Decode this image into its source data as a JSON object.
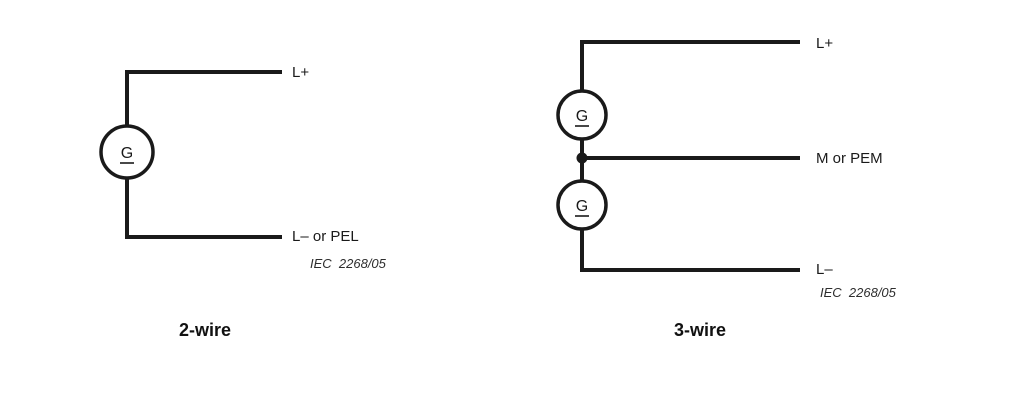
{
  "page": {
    "background": "#ffffff",
    "line_color": "#1a1a1a"
  },
  "two_wire": {
    "title": "2-wire",
    "generator_symbol": "G",
    "terminals": {
      "top": "L+",
      "bottom": "L– or PEL"
    },
    "standard_ref": "IEC  2268/05"
  },
  "three_wire": {
    "title": "3-wire",
    "generator_symbol_top": "G",
    "generator_symbol_bottom": "G",
    "terminals": {
      "top": "L+",
      "middle": "M or PEM",
      "bottom": "L–"
    },
    "standard_ref": "IEC  2268/05"
  }
}
